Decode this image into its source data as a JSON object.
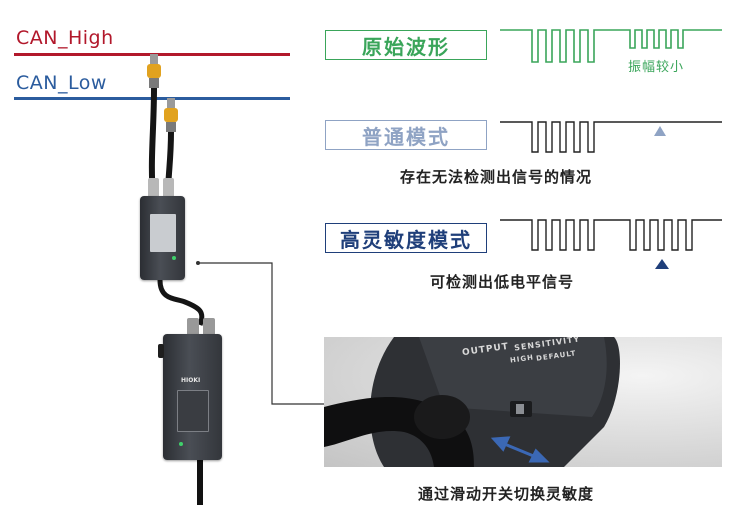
{
  "bus": {
    "high": {
      "label": "CAN_High",
      "color": "#b2182b"
    },
    "low": {
      "label": "CAN_Low",
      "color": "#2b5c9e"
    }
  },
  "modes": {
    "original": {
      "label": "原始波形",
      "note": "振幅较小",
      "color": "#3aa55a"
    },
    "normal": {
      "label": "普通模式",
      "caption": "存在无法检测出信号的情况",
      "color": "#8fa3c4"
    },
    "high_sensitivity": {
      "label": "高灵敏度模式",
      "caption": "可检测出低电平信号",
      "color": "#1f3f7a"
    }
  },
  "device": {
    "brand": "HIOKI",
    "photo_labels": {
      "output": "OUTPUT",
      "sensitivity": "SENSITIVITY",
      "high": "HIGH",
      "default": "DEFAULT"
    }
  },
  "photo_caption": "通过滑动开关切换灵敏度",
  "icons": {
    "up_marker": "triangle-up-icon",
    "arrow": "double-arrow-icon"
  }
}
